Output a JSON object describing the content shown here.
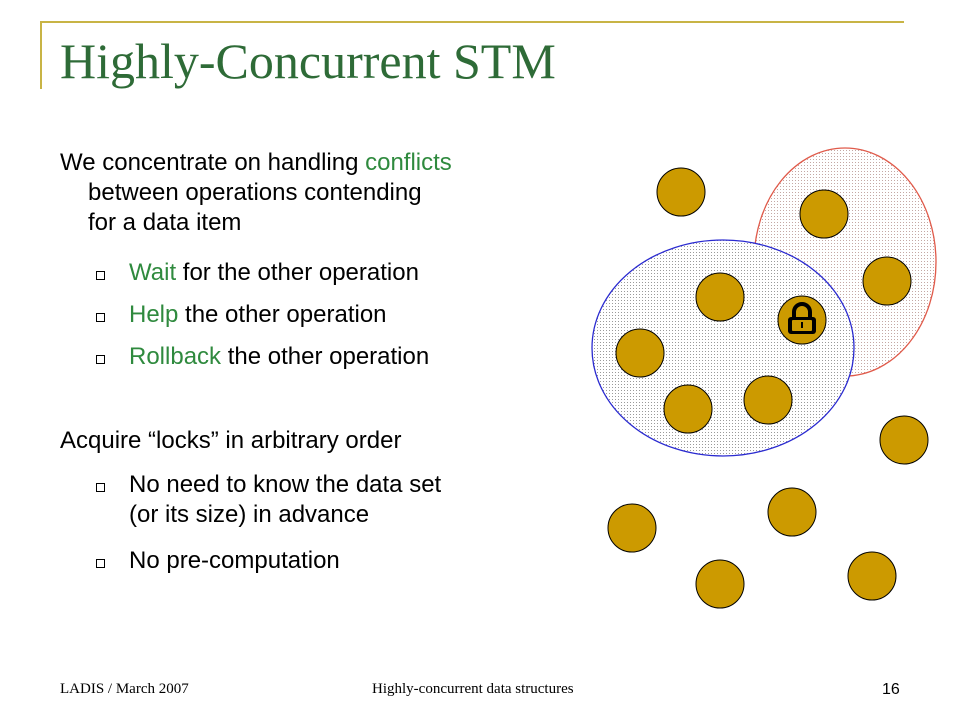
{
  "slide": {
    "title": "Highly-Concurrent STM",
    "para1": {
      "prefix": "We concentrate on handling ",
      "highlight": "conflicts",
      "line1_rest": "",
      "line2": "between operations contending",
      "line3": "for a data item"
    },
    "bullets1": [
      {
        "highlight": "Wait",
        "rest": " for the other operation"
      },
      {
        "highlight": "Help",
        "rest": " the other operation"
      },
      {
        "highlight": "Rollback",
        "rest": " the other operation"
      }
    ],
    "para2": "Acquire “locks” in arbitrary order",
    "bullets2": [
      {
        "line1": "No need to know the data set",
        "line2": "(or its size) in advance"
      },
      {
        "line1": "No pre-computation"
      }
    ]
  },
  "footer": {
    "left": "LADIS / March 2007",
    "center": "Highly-concurrent data structures",
    "page": "16"
  },
  "colors": {
    "title": "#2e6b37",
    "accent": "#2f8a3e",
    "frame": "#c8b445",
    "node_fill": "#cc9a00",
    "blue_set": "#2a2ad0",
    "red_set": "#e05a4a"
  },
  "icons": {
    "lock": "padlock-icon"
  }
}
